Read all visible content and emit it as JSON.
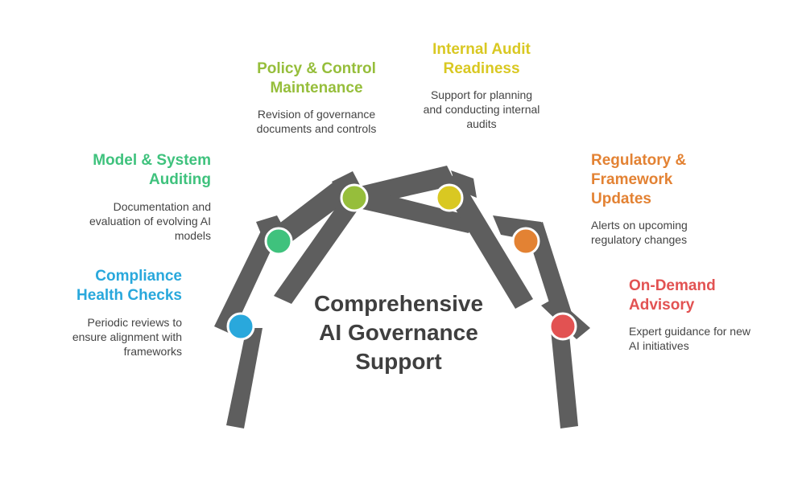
{
  "center": {
    "title": "Comprehensive\nAI Governance\nSupport"
  },
  "items": [
    {
      "title": "Compliance\nHealth Checks",
      "description": "Periodic reviews to\nensure alignment with\nframeworks",
      "color": "#29a8dc"
    },
    {
      "title": "Model & System\nAuditing",
      "description": "Documentation and\nevaluation of evolving AI\nmodels",
      "color": "#3fc27d"
    },
    {
      "title": "Policy & Control\nMaintenance",
      "description": "Revision of governance\ndocuments and controls",
      "color": "#96be3b"
    },
    {
      "title": "Internal Audit\nReadiness",
      "description": "Support for planning\nand conducting internal\naudits",
      "color": "#d9c822"
    },
    {
      "title": "Regulatory &\nFramework\nUpdates",
      "description": "Alerts on upcoming\nregulatory changes",
      "color": "#e38233"
    },
    {
      "title": "On-Demand\nAdvisory",
      "description": "Expert guidance for new\nAI initiatives",
      "color": "#e25252"
    }
  ],
  "structure_color": "#5e5e5e"
}
